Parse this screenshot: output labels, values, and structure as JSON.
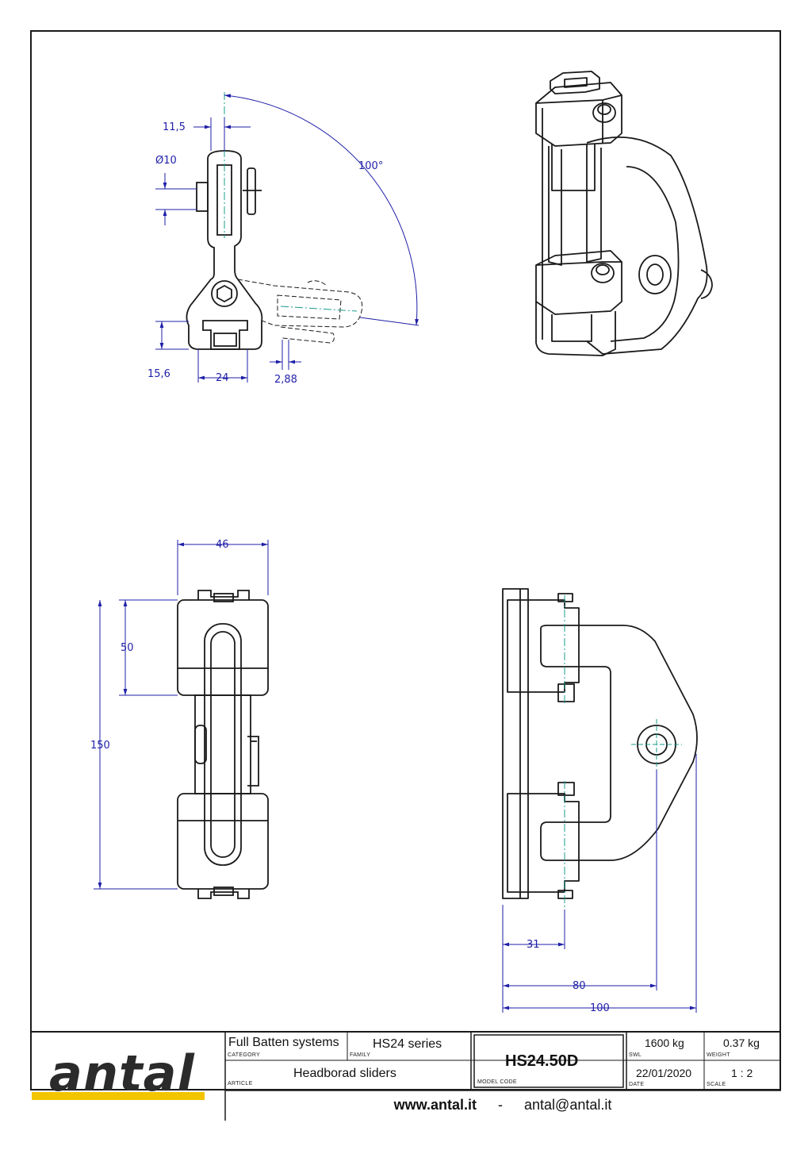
{
  "drawing": {
    "dimensions": {
      "top_offset": "11,5",
      "bore_diameter": "Ø10",
      "rotation_angle": "100°",
      "rail_height": "15,6",
      "rail_width": "24",
      "rail_gap": "2,88",
      "side_width": "46",
      "block_height": "50",
      "overall_height": "150",
      "depth_pin": "31",
      "depth_hole": "80",
      "depth_total": "100"
    }
  },
  "title_block": {
    "category_value": "Full Batten systems",
    "category_label": "CATEGORY",
    "family_value": "HS24 series",
    "family_label": "FAMILY",
    "article_value": "Headborad sliders",
    "article_label": "ARTICLE",
    "model_code_value": "HS24.50D",
    "model_code_label": "MODEL CODE",
    "swl_value": "1600 kg",
    "swl_label": "SWL",
    "weight_value": "0.37 kg",
    "weight_label": "WEIGHT",
    "date_value": "22/01/2020",
    "date_label": "DATE",
    "scale_value": "1 : 2",
    "scale_label": "SCALE",
    "website": "www.antal.it",
    "separator": "-",
    "email": "antal@antal.it",
    "logo": "antal"
  },
  "colors": {
    "dimension": "#1f1fa8",
    "centerline": "#1a9c8c",
    "outline": "#1a1a1a",
    "logo_accent": "#f2c500"
  }
}
